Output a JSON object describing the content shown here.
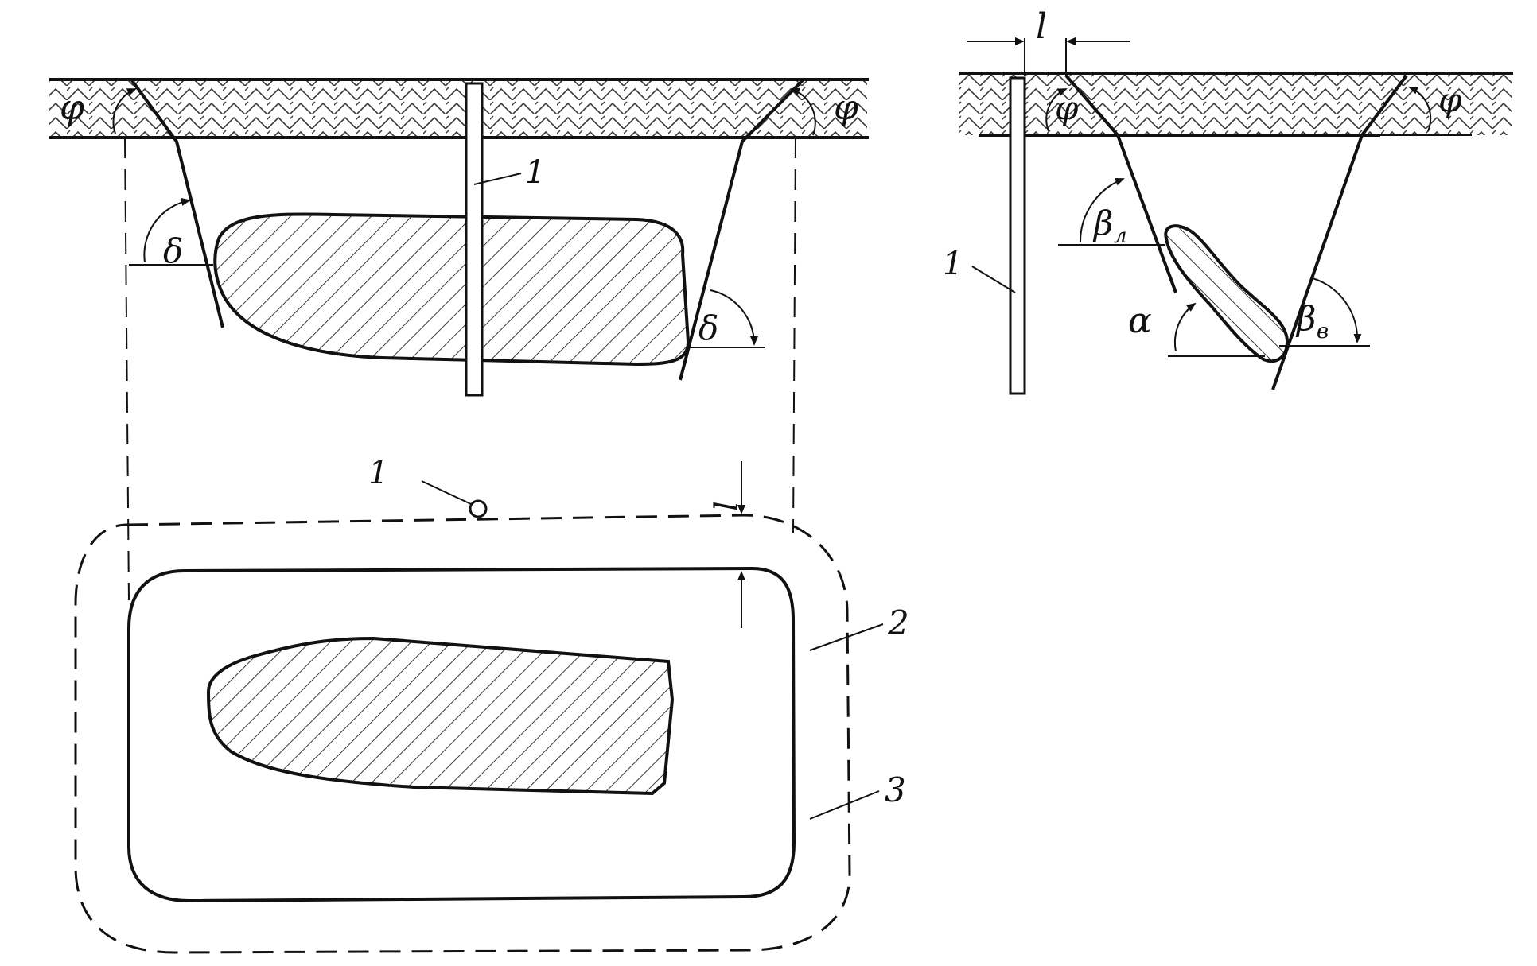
{
  "labels": {
    "phi": "φ",
    "delta": "δ",
    "beta_l": "βл",
    "beta_v": "βв",
    "alpha": "α",
    "l": "l",
    "one": "1",
    "two": "2",
    "three": "3"
  },
  "colors": {
    "ink": "#111111",
    "paper": "#ffffff"
  }
}
